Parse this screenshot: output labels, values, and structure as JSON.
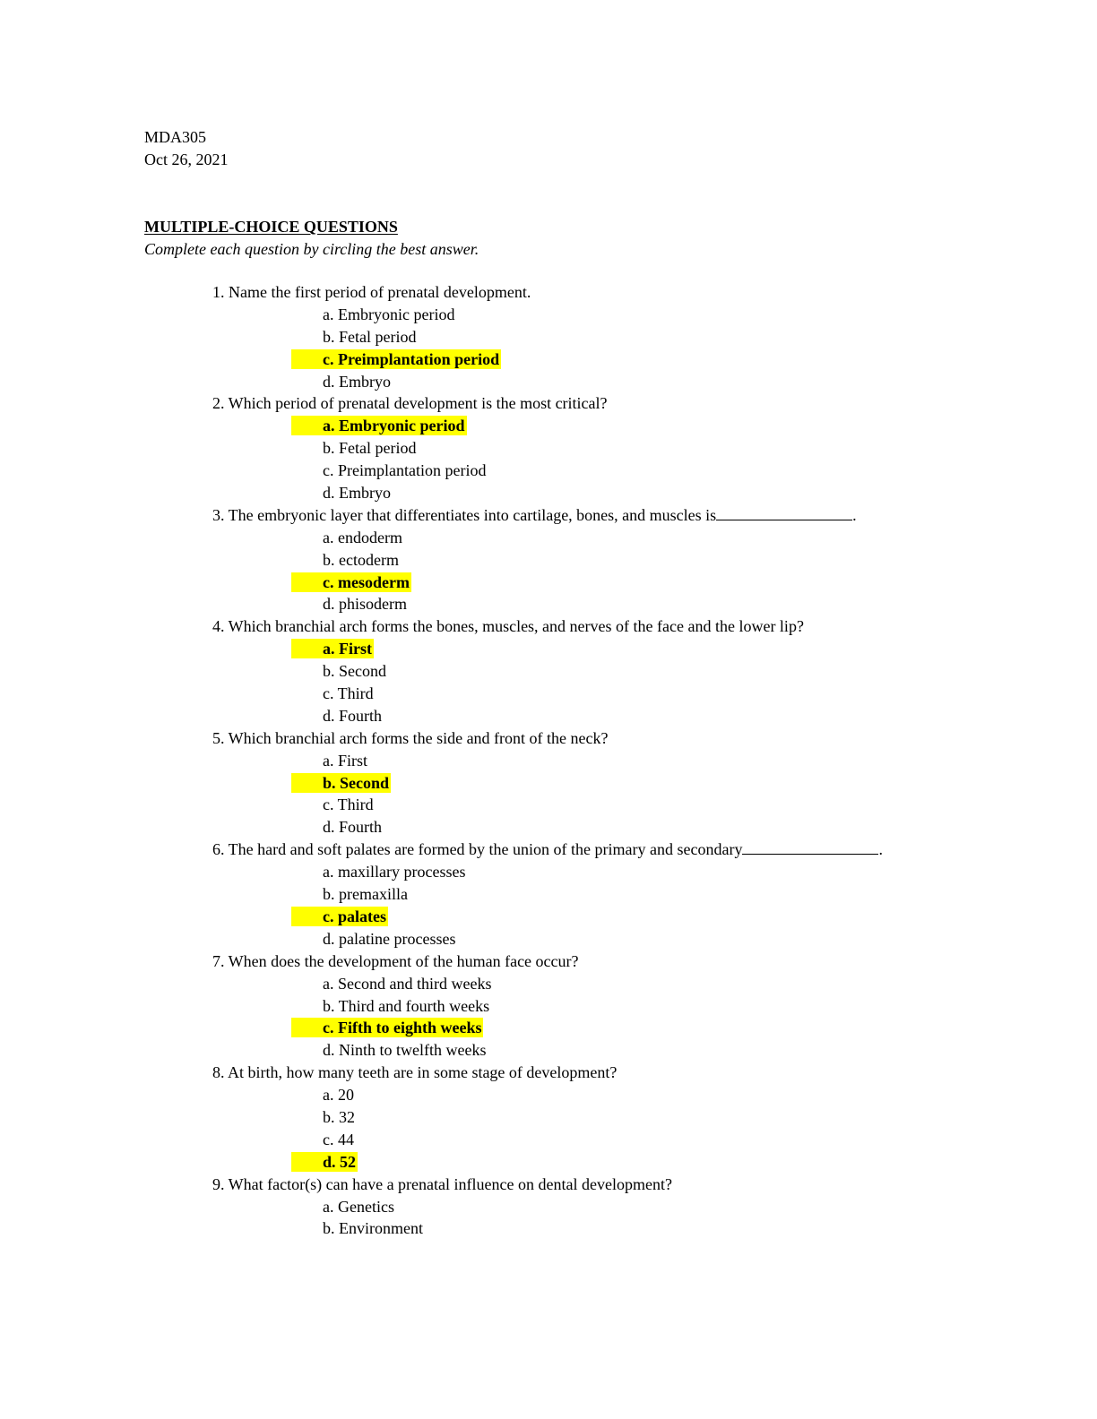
{
  "header": {
    "course": "MDA305",
    "date": "Oct 26, 2021"
  },
  "section": {
    "title": "MULTIPLE-CHOICE QUESTIONS",
    "instructions": "Complete each question by circling the best answer."
  },
  "highlight_color": "#ffff00",
  "questions": [
    {
      "text": "1. Name the first period of prenatal development.",
      "options": [
        "a. Embryonic period",
        "b. Fetal period",
        "c. Preimplantation period",
        "d. Embryo"
      ],
      "correct": 2
    },
    {
      "text": "2. Which period of prenatal development is the most critical?",
      "options": [
        "a. Embryonic period",
        "b. Fetal period",
        "c. Preimplantation period",
        "d. Embryo"
      ],
      "correct": 0
    },
    {
      "text": "3. The embryonic layer that differentiates into cartilage, bones, and muscles is",
      "blank": true,
      "options": [
        "a. endoderm",
        "b. ectoderm",
        "c. mesoderm",
        "d. phisoderm"
      ],
      "correct": 2
    },
    {
      "text": "4. Which branchial arch forms the bones, muscles, and nerves of the face and the lower lip?",
      "options": [
        "a. First",
        "b. Second",
        "c. Third",
        "d. Fourth"
      ],
      "correct": 0
    },
    {
      "text": "5. Which branchial arch forms the side and front of the neck?",
      "options": [
        "a. First",
        "b. Second",
        "c. Third",
        "d. Fourth"
      ],
      "correct": 1
    },
    {
      "text": "6. The hard and soft palates are formed by the union of the primary and secondary",
      "blank": true,
      "options": [
        "a. maxillary processes",
        "b. premaxilla",
        "c. palates",
        "d. palatine processes"
      ],
      "correct": 2
    },
    {
      "text": "7. When does the development of the human face occur?",
      "options": [
        "a. Second and third weeks",
        "b. Third and fourth weeks",
        "c. Fifth to eighth weeks",
        "d. Ninth to twelfth weeks"
      ],
      "correct": 2
    },
    {
      "text": "8. At birth, how many teeth are in some stage of development?",
      "options": [
        "a. 20",
        "b. 32",
        "c. 44",
        "d. 52"
      ],
      "correct": 3
    },
    {
      "text": "9. What factor(s) can have a prenatal influence on dental development?",
      "options": [
        "a. Genetics",
        "b. Environment"
      ],
      "correct": -1
    }
  ]
}
